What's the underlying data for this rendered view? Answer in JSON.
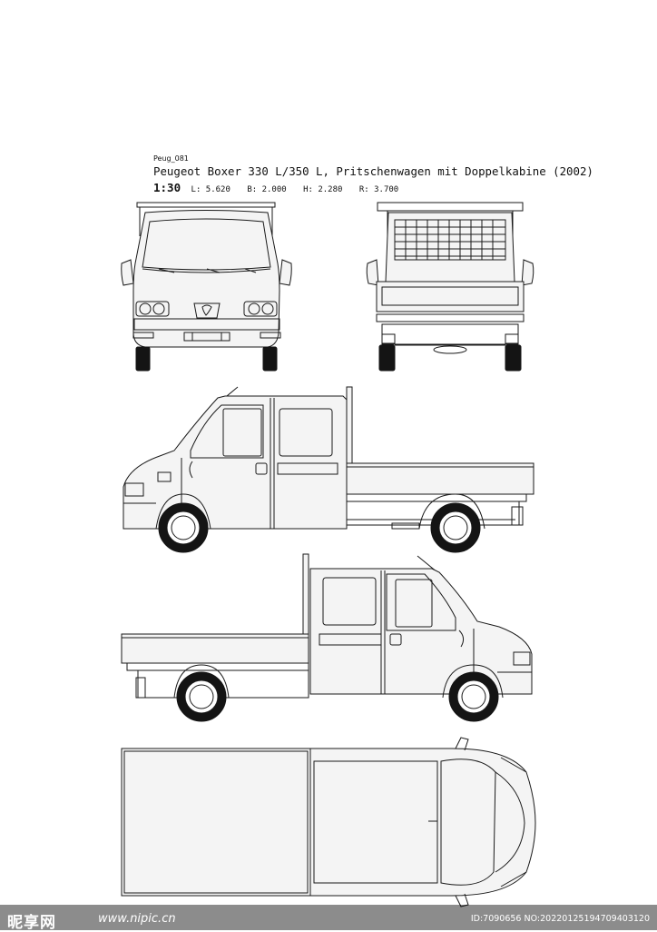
{
  "header": {
    "code": "Peug_081",
    "title": "Peugeot Boxer 330 L/350 L, Pritschenwagen mit Doppelkabine (2002)",
    "scale": "1:30",
    "dims": [
      "L: 5.620",
      "B: 2.000",
      "H: 2.280",
      "R: 3.700"
    ]
  },
  "watermark": {
    "logo": "昵享网",
    "site": "www.nipic.cn",
    "id": "ID:7090656 NO:20220125194709403120"
  }
}
